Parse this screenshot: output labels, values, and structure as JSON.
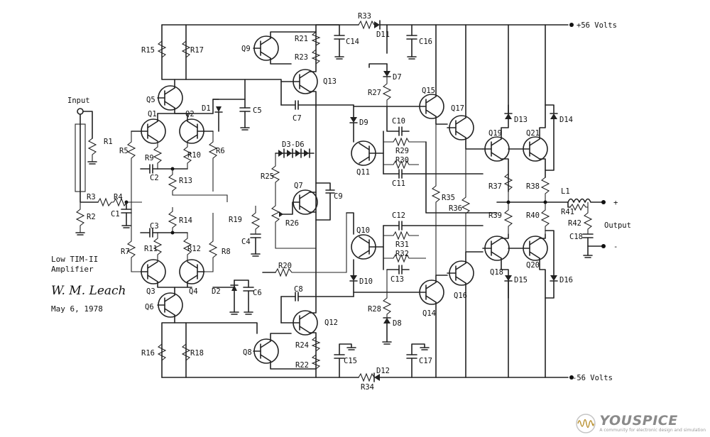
{
  "rails": {
    "positive": "+56 Volts",
    "negative": "-56 Volts"
  },
  "io": {
    "input": "Input",
    "output": "Output",
    "plus": "+",
    "minus": "-"
  },
  "notes": {
    "title_line1": "Low TIM-II",
    "title_line2": "Amplifier",
    "author": "W. M. Leach",
    "date": "May 6, 1978"
  },
  "brand": {
    "name": "YOUSPICE",
    "tagline": "A community for electronic design and simulation"
  },
  "components": {
    "q1": "Q1",
    "q2": "Q2",
    "q3": "Q3",
    "q4": "Q4",
    "q5": "Q5",
    "q6": "Q6",
    "q7": "Q7",
    "q8": "Q8",
    "q9": "Q9",
    "q10": "Q10",
    "q11": "Q11",
    "q12": "Q12",
    "q13": "Q13",
    "q14": "Q14",
    "q15": "Q15",
    "q16": "Q16",
    "q17": "Q17",
    "q18": "Q18",
    "q19": "Q19",
    "q20": "Q20",
    "q21": "Q21",
    "r1": "R1",
    "r2": "R2",
    "r3": "R3",
    "r4": "R4",
    "r5": "R5",
    "r6": "R6",
    "r7": "R7",
    "r8": "R8",
    "r9": "R9",
    "r10": "R10",
    "r11": "R11",
    "r12": "R12",
    "r13": "R13",
    "r14": "R14",
    "r15": "R15",
    "r16": "R16",
    "r17": "R17",
    "r18": "R18",
    "r19": "R19",
    "r20": "R20",
    "r21": "R21",
    "r22": "R22",
    "r23": "R23",
    "r24": "R24",
    "r25": "R25",
    "r26": "R26",
    "r27": "R27",
    "r28": "R28",
    "r29": "R29",
    "r30": "R30",
    "r31": "R31",
    "r32": "R32",
    "r33": "R33",
    "r34": "R34",
    "r35": "R35",
    "r36": "R36",
    "r37": "R37",
    "r38": "R38",
    "r39": "R39",
    "r40": "R40",
    "r41": "R41",
    "r42": "R42",
    "c1": "C1",
    "c2": "C2",
    "c3": "C3",
    "c4": "C4",
    "c5": "C5",
    "c6": "C6",
    "c7": "C7",
    "c8": "C8",
    "c9": "C9",
    "c10": "C10",
    "c11": "C11",
    "c12": "C12",
    "c13": "C13",
    "c14": "C14",
    "c15": "C15",
    "c16": "C16",
    "c17": "C17",
    "c18": "C18",
    "d1": "D1",
    "d2": "D2",
    "d3d6": "D3-D6",
    "d7": "D7",
    "d8": "D8",
    "d9": "D9",
    "d10": "D10",
    "d11": "D11",
    "d12": "D12",
    "d13": "D13",
    "d14": "D14",
    "d15": "D15",
    "d16": "D16",
    "l1": "L1"
  }
}
